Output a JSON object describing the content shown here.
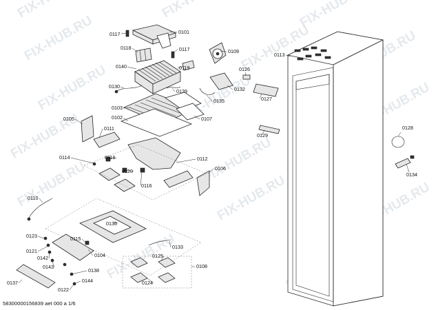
{
  "watermark": "FIX-HUB.RU",
  "footer": "58300000156839 aet 000 a 1/6",
  "labels": {
    "p0101": "0101",
    "p0102": "0102",
    "p0103": "0103",
    "p0104": "0104",
    "p0105": "0105",
    "p0106": "0106",
    "p0107": "0107",
    "p0108": "0108",
    "p0109": "0109",
    "p0110": "0110",
    "p0111": "0111",
    "p0112": "0112",
    "p0113": "0113",
    "p0114": "0114",
    "p0115": "0115",
    "p0116a": "0116",
    "p0116b": "0116",
    "p0117a": "0117",
    "p0117b": "0117",
    "p0118": "0118",
    "p0119": "0119",
    "p0120": "0120",
    "p0121": "0121",
    "p0122": "0122",
    "p0123": "0123",
    "p0124": "0124",
    "p0125": "0125",
    "p0126": "0126",
    "p0127": "0127",
    "p0128": "0128",
    "p0129": "0129",
    "p0130": "0130",
    "p0132": "0132",
    "p0133": "0133",
    "p0134": "0134",
    "p0135": "0135",
    "p0136": "0136",
    "p0137": "0137",
    "p0138": "0138",
    "p0139": "0139",
    "p0140": "0140",
    "p0142": "0142",
    "p0143": "0143",
    "p0144": "0144"
  }
}
